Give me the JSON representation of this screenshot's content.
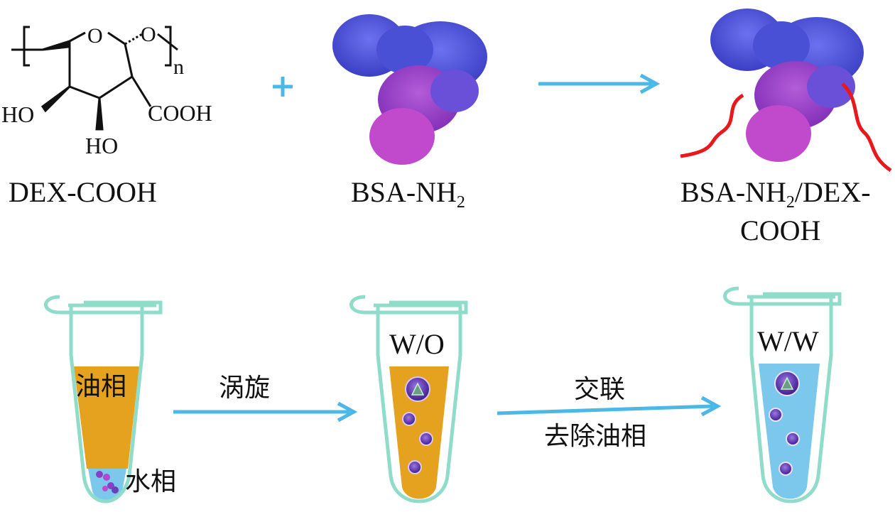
{
  "reaction": {
    "reactant1": {
      "name": "DEX-COOH",
      "groups": {
        "ho_left": "HO",
        "ho_bottom": "HO",
        "cooh": "COOH",
        "ring_o": "O",
        "link_o": "O",
        "repeat_n": "n"
      }
    },
    "plus": "+",
    "reactant2": {
      "name_main": "BSA-NH",
      "name_sub": "2"
    },
    "product": {
      "name_line1_main": "BSA-NH",
      "name_line1_sub": "2",
      "name_line1_rest": "/DEX-",
      "name_line2": "COOH"
    }
  },
  "process": {
    "tube1": {
      "oil_label": "油相",
      "water_label": "水相"
    },
    "step1_label": "涡旋",
    "tube2": {
      "phase_label": "W/O"
    },
    "step2_label_top": "交联",
    "step2_label_bottom": "去除油相",
    "tube3": {
      "phase_label": "W/W"
    }
  },
  "colors": {
    "arrow": "#4cb8e6",
    "plus": "#4cb8e6",
    "tube_outline": "#8fdccb",
    "oil": "#e5a21f",
    "water": "#7cc8ec",
    "protein_blue": "#4a4fd8",
    "protein_purple": "#8a3fc8",
    "protein_magenta": "#c04acb",
    "polymer_red": "#e8181c",
    "particle": "#6a3fb8"
  }
}
